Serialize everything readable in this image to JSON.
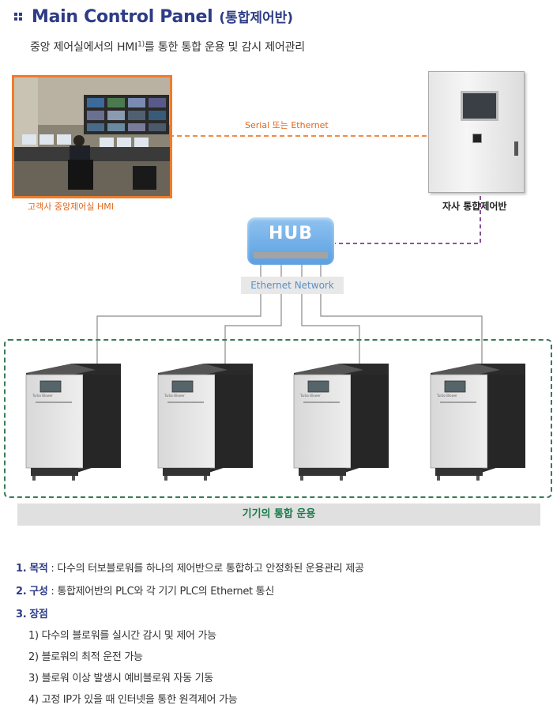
{
  "header": {
    "title": "Main Control Panel",
    "title_ko": "(통합제어반)",
    "subtitle": "중앙 제어실에서의 HMI",
    "subtitle_sup": "1)",
    "subtitle_tail": "를 통한 통합 운용 및 감시 제어관리"
  },
  "diagram": {
    "hmi_caption": "고객사 중앙제어실 HMI",
    "link_label": "Serial 또는 Ethernet",
    "panel_caption": "자사 통합제어반",
    "hub_label": "HUB",
    "network_label": "Ethernet Network",
    "machine_label": "Turbo Blower",
    "group_caption": "기기의 통합 운용"
  },
  "details": {
    "items": [
      {
        "num": "1.",
        "key": "목적",
        "sep": " : ",
        "text": "다수의 터보블로워를 하나의 제어반으로 통합하고 안정화된 운용관리 제공"
      },
      {
        "num": "2.",
        "key": "구성",
        "sep": " : ",
        "text": "통합제어반의 PLC와 각 기기 PLC의 Ethernet 통신"
      },
      {
        "num": "3.",
        "key": "장점"
      }
    ],
    "advantages": [
      "1) 다수의 블로워를 실시간 감시 및 제어 가능",
      "2) 블로워의 최적 운전 가능",
      "3) 블로워 이상 발생시 예비블로워 자동 기동",
      "4) 고정 IP가 있을 때 인터넷을 통한 원격제어 가능"
    ]
  },
  "colors": {
    "title": "#2e3c86",
    "accent_orange": "#f07b2a",
    "panel_link": "#7b3d8e",
    "group_border": "#3a7a57",
    "hub_blue": "#6aaae6"
  }
}
